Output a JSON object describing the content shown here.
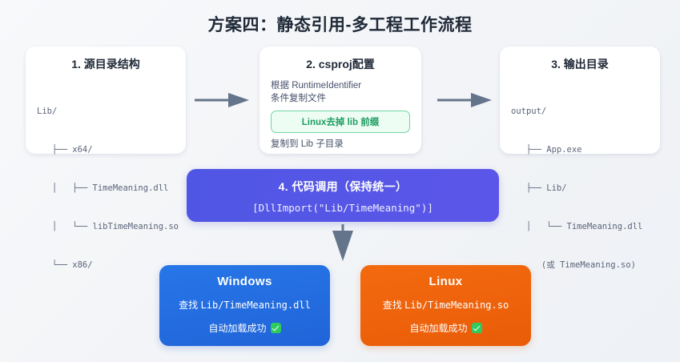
{
  "title": "方案四：静态引用-多工程工作流程",
  "cards": [
    {
      "id": "source-directory",
      "title": "1. 源目录结构",
      "tree": [
        "Lib/",
        "   ├── x64/",
        "   │   ├── TimeMeaning.dll",
        "   │   └── libTimeMeaning.so",
        "   └── x86/"
      ]
    },
    {
      "id": "csproj-config",
      "title": "2. csproj配置",
      "line1": "根据 RuntimeIdentifier",
      "line2": "条件复制文件",
      "badge": "Linux去掉 lib 前缀",
      "line3": "复制到 Lib 子目录"
    },
    {
      "id": "output-directory",
      "title": "3. 输出目录",
      "tree": [
        "output/",
        "   ├── App.exe",
        "   ├── Lib/",
        "   │   └── TimeMeaning.dll",
        "      (或 TimeMeaning.so)"
      ]
    }
  ],
  "code_box": {
    "title": "4. 代码调用（保持统一）",
    "code": "[DllImport(\"Lib/TimeMeaning\")]"
  },
  "platforms": [
    {
      "id": "windows",
      "name": "Windows",
      "lookup_label": "查找",
      "lookup_path": "Lib/TimeMeaning.dll",
      "status": "自动加载成功",
      "color": "#2776e8"
    },
    {
      "id": "linux",
      "name": "Linux",
      "lookup_label": "查找",
      "lookup_path": "Lib/TimeMeaning.so",
      "status": "自动加载成功",
      "color": "#f36a0f"
    }
  ],
  "arrows": {
    "color": "#64748b",
    "flow_1": "card-1-to-card-2",
    "flow_2": "card-2-to-card-3",
    "flow_3": "code-box-to-platforms"
  },
  "theme": {
    "background": "#f3f5f8",
    "card_background": "#ffffff",
    "accent_purple": "#5158e8",
    "accent_green": "#1f9d62",
    "badge_green_bg": "#edfdf3",
    "text_primary": "#1f2937",
    "text_mono": "#5b6479"
  }
}
